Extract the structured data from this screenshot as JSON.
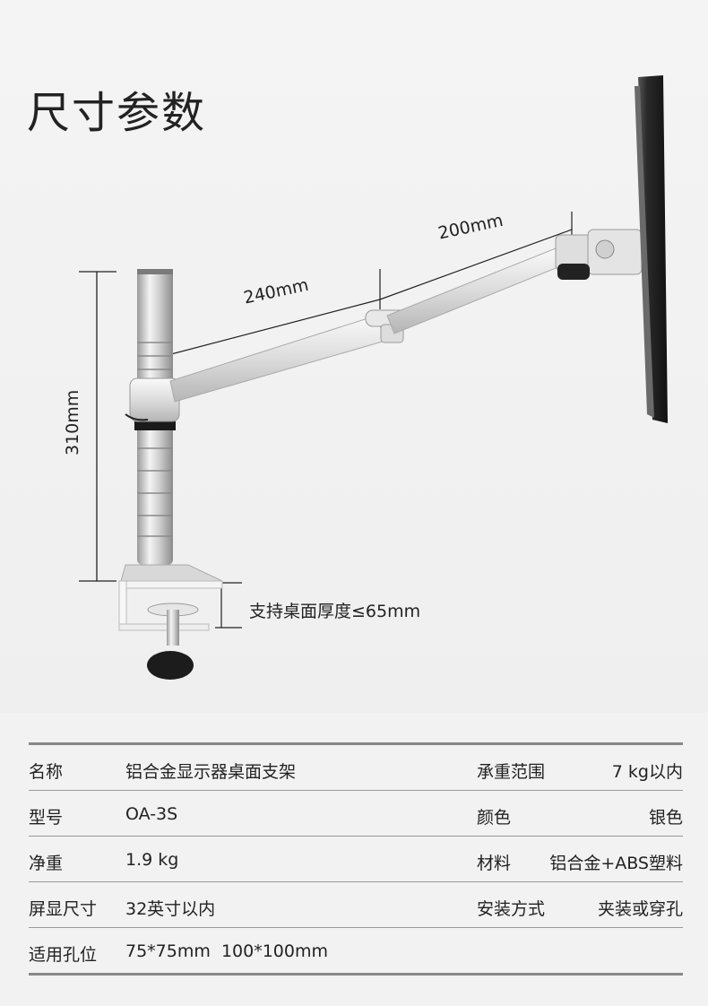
{
  "title": "尺寸参数",
  "dimensions": {
    "arm_1": "240mm",
    "arm_2": "200mm",
    "pole_height": "310mm",
    "desk_thickness": "支持桌面厚度≤65mm"
  },
  "specs": [
    {
      "label": "名称",
      "value": "铝合金显示器桌面支架",
      "label2": "承重范围",
      "value2": "7 kg以内"
    },
    {
      "label": "型号",
      "value": "OA-3S",
      "label2": "颜色",
      "value2": "银色"
    },
    {
      "label": "净重",
      "value": "1.9 kg",
      "label2": "材料",
      "value2": "铝合金+ABS塑料"
    },
    {
      "label": "屏显尺寸",
      "value": "32英寸以内",
      "label2": "安装方式",
      "value2": "夹装或穿孔"
    },
    {
      "label": "适用孔位",
      "value": "75*75mm  100*100mm",
      "label2": "",
      "value2": ""
    }
  ]
}
